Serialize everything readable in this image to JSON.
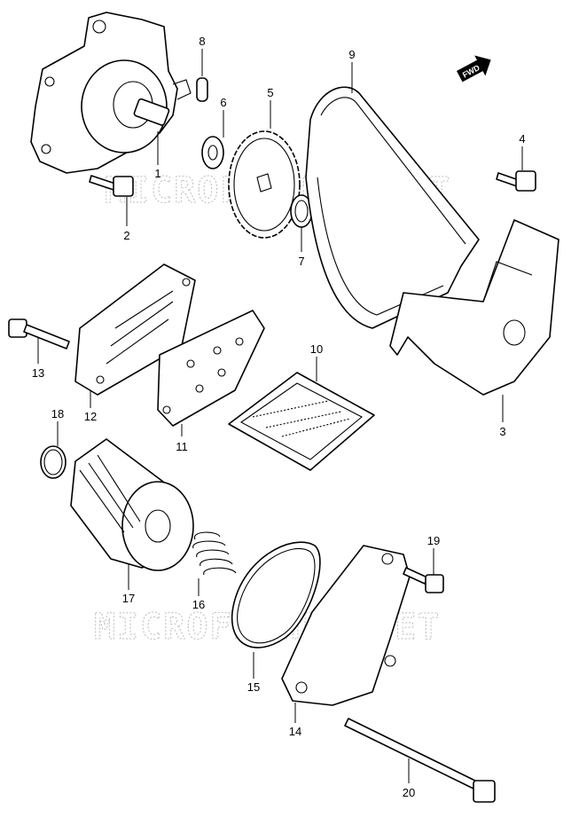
{
  "watermark": "MICROFICHES.NET",
  "fwd_label": "FWD",
  "callouts": [
    "1",
    "2",
    "3",
    "4",
    "5",
    "6",
    "7",
    "8",
    "9",
    "10",
    "11",
    "12",
    "13",
    "14",
    "15",
    "16",
    "17",
    "18",
    "19",
    "20"
  ]
}
